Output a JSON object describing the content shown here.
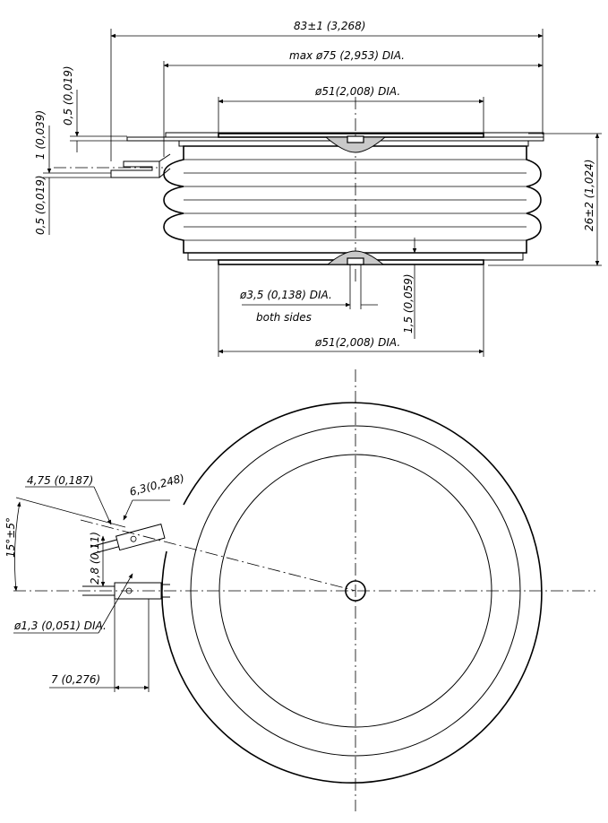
{
  "labels": {
    "overall_diameter": "83±1 (3,268)",
    "max_diameter": "max ø75 (2,953) DIA.",
    "top_contact_diameter": "ø51(2,008) DIA.",
    "bottom_contact_diameter": "ø51(2,008) DIA.",
    "centering_hole": "ø3,5 (0,138) DIA.",
    "both_sides": "both sides",
    "hole_depth": "1,5 (0,059)",
    "height": "26±2 (1,024)",
    "flange_top": "0,5 (0,019)",
    "flange_thickness": "1 (0,039)",
    "flange_bottom": "0,5 (0,019)",
    "terminal_width_a": "4,75 (0,187)",
    "terminal_width_b": "6,3(0,248)",
    "angle": "15°±5°",
    "terminal_gap": "2,8 (0,11)",
    "pin_diameter": "ø1,3 (0,051) DIA.",
    "terminal_length": "7 (0,276)"
  }
}
